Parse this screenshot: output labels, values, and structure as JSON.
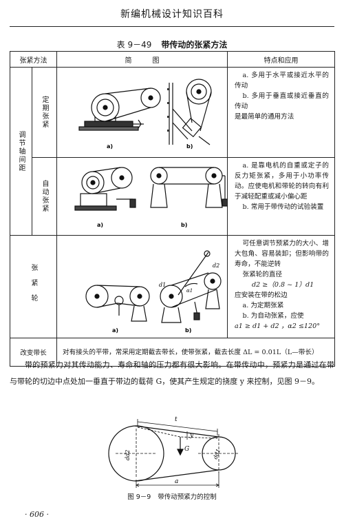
{
  "header": {
    "title": "新编机械设计知识百科"
  },
  "table": {
    "number": "表 9－49",
    "title": "带传动的张紧方法",
    "col_method": "张紧方法",
    "col_diagram": "简　　　图",
    "col_features": "特点和应用",
    "group_adjust": "调节轴间距",
    "rows": [
      {
        "method": "定期张紧",
        "diagram_a": "a)",
        "diagram_b": "b)",
        "features": [
          "a. 多用于水平或接近水平的传动",
          "b. 多用于垂直或接近垂直的传动",
          "是最简单的通用方法"
        ]
      },
      {
        "method": "自动张紧",
        "diagram_a": "a)",
        "diagram_b": "b)",
        "features": [
          "a. 是靠电机的自重或定子的反力矩张紧，多用于小功率传动。应使电机和带轮的转向有利于减轻配重或减小偏心距",
          "b. 常用于带传动的试验装置"
        ]
      },
      {
        "method": "张紧轮",
        "diagram_a": "a)",
        "diagram_b": "b)",
        "label_d1": "d1",
        "label_d2": "d2",
        "label_a1": "α1",
        "features": [
          "可任意调节预紧力的大小、增大包角、容易装卸；但影响带的寿命，不能逆转",
          "张紧轮的直径",
          "d2 ≥（0.8 ~ 1）d1",
          "应安装在带的松边",
          "a. 为定期张紧",
          "b. 为自动张紧，应使",
          "a1 ≥ d1 + d2 ，α2 ≤120°"
        ]
      }
    ],
    "last_row": {
      "method": "改变带长",
      "description": "对有接头的平带，常采用定期截去带长，使带张紧，截去长度 ΔL = 0.01L（L—带长）"
    }
  },
  "paragraph": "带的预紧力对其传动能力、寿命和轴的压力都有很大影响。在带传动中，预紧力是通过在带与带轮的切边中点处加一垂直于带边的载荷 G，使其产生规定的挠度 y 来控制，见图 9－9。",
  "figure": {
    "number": "图 9－9",
    "caption": "带传动预紧力的控制",
    "label_t": "t",
    "label_y": "y",
    "label_G": "G",
    "label_d2": "dd2",
    "label_d1": "dd1",
    "label_a": "a"
  },
  "page_number": "· 606 ·"
}
